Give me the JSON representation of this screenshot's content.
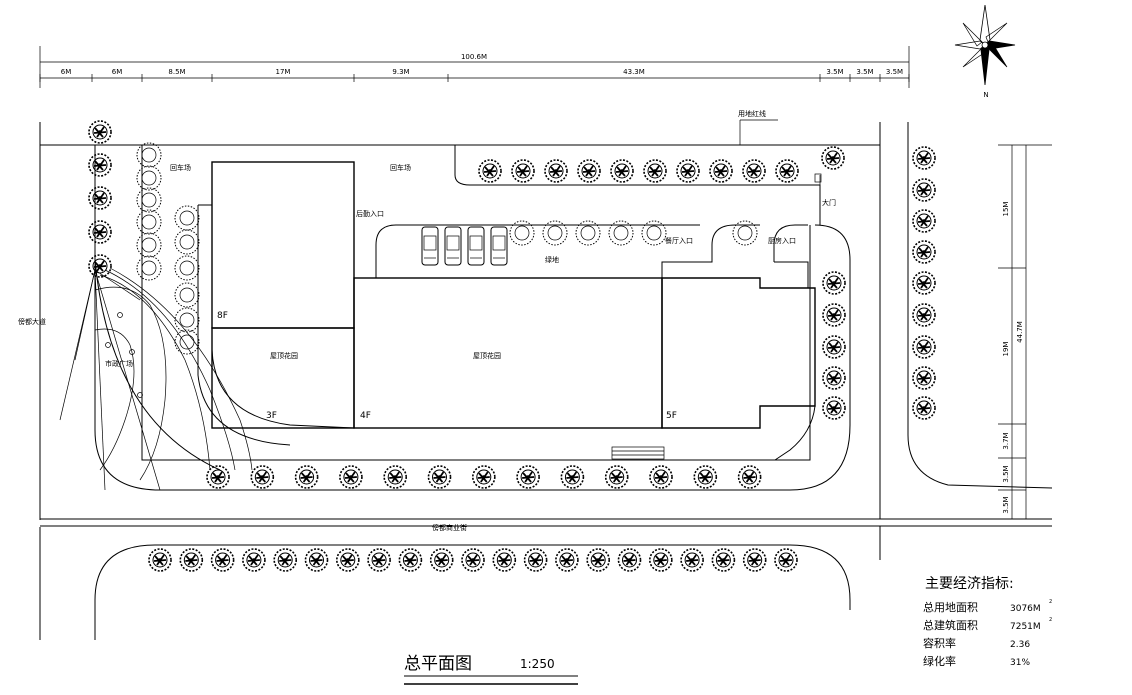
{
  "drawing": {
    "title": "总平面图",
    "scale": "1:250",
    "north_label": "N"
  },
  "dimensions": {
    "top_total": "100.6M",
    "top_segments": [
      "6M",
      "6M",
      "8.5M",
      "17M",
      "9.3M",
      "43.3M",
      "3.5M",
      "3.5M",
      "3.5M"
    ],
    "right_total": "44.7M",
    "right_segments": [
      "15M",
      "19M",
      "3.7M",
      "3.5M",
      "3.5M"
    ]
  },
  "labels": {
    "red_line": "用地红线",
    "parking_1": "回车场",
    "parking_2": "回车场",
    "back_entrance": "后勤入口",
    "main_gate": "大门",
    "hall_entrance": "餐厅入口",
    "kitchen_entrance": "厨房入口",
    "green_area": "绿地",
    "plaza": "市政广场",
    "roof_garden_1": "屋顶花园",
    "roof_garden_2": "屋顶花园",
    "road_west": "傍都大道",
    "road_south": "傍都商业街",
    "floor_8f": "8F",
    "floor_3f": "3F",
    "floor_4f": "4F",
    "floor_5f": "5F"
  },
  "indicators": {
    "title": "主要经济指标:",
    "rows": [
      {
        "label": "总用地面积",
        "value": "3076M",
        "sup": "2"
      },
      {
        "label": "总建筑面积",
        "value": "7251M",
        "sup": "2"
      },
      {
        "label": "容积率",
        "value": "2.36",
        "sup": ""
      },
      {
        "label": "绿化率",
        "value": "31%",
        "sup": ""
      }
    ]
  }
}
